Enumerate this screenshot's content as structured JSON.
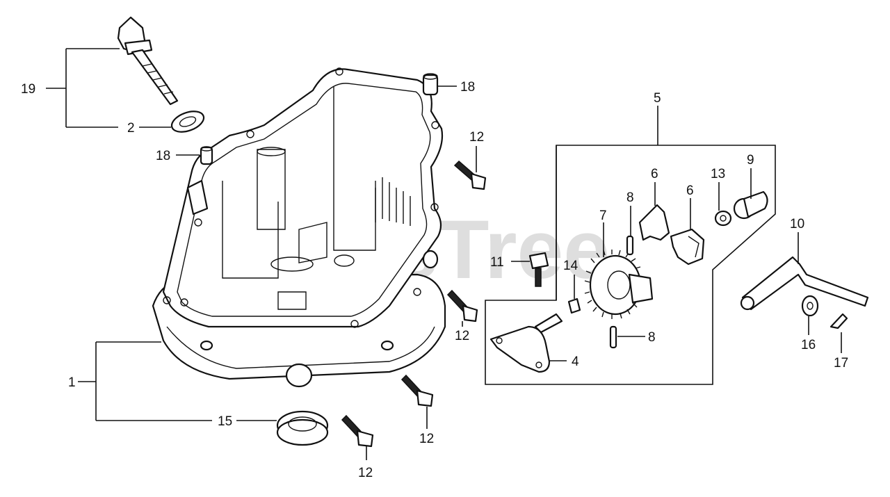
{
  "watermark": "PartsTree",
  "callouts": [
    {
      "id": "1",
      "text": "1"
    },
    {
      "id": "2",
      "text": "2"
    },
    {
      "id": "4",
      "text": "4"
    },
    {
      "id": "5",
      "text": "5"
    },
    {
      "id": "6a",
      "text": "6"
    },
    {
      "id": "6b",
      "text": "6"
    },
    {
      "id": "7",
      "text": "7"
    },
    {
      "id": "8a",
      "text": "8"
    },
    {
      "id": "8b",
      "text": "8"
    },
    {
      "id": "9",
      "text": "9"
    },
    {
      "id": "10",
      "text": "10"
    },
    {
      "id": "11",
      "text": "11"
    },
    {
      "id": "12a",
      "text": "12"
    },
    {
      "id": "12b",
      "text": "12"
    },
    {
      "id": "12c",
      "text": "12"
    },
    {
      "id": "12d",
      "text": "12"
    },
    {
      "id": "13",
      "text": "13"
    },
    {
      "id": "14",
      "text": "14"
    },
    {
      "id": "15",
      "text": "15"
    },
    {
      "id": "16",
      "text": "16"
    },
    {
      "id": "17",
      "text": "17"
    },
    {
      "id": "18a",
      "text": "18"
    },
    {
      "id": "18b",
      "text": "18"
    },
    {
      "id": "19",
      "text": "19"
    }
  ]
}
